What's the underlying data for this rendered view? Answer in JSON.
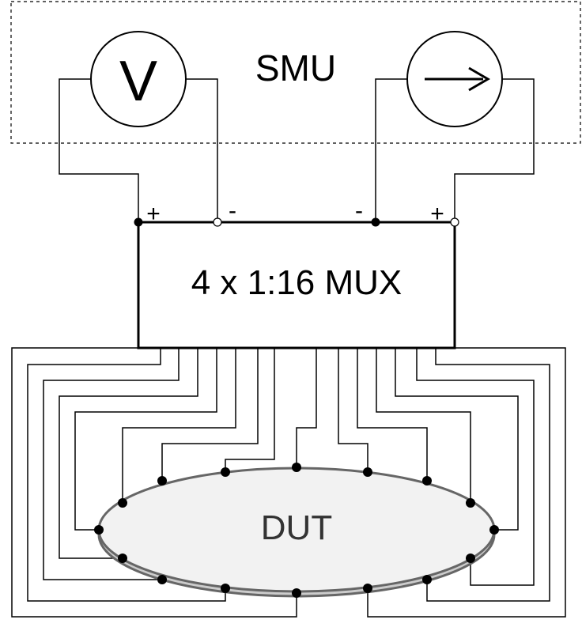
{
  "smu": {
    "label": "SMU"
  },
  "voltmeter": {
    "symbol": "V"
  },
  "current_source": {
    "symbol": "→"
  },
  "terminals": {
    "v_plus": "+",
    "v_minus": "-",
    "i_minus": "-",
    "i_plus": "+"
  },
  "mux": {
    "label": "4 x 1:16 MUX"
  },
  "dut": {
    "label": "DUT",
    "contact_count": 16
  },
  "colors": {
    "line": "#000000",
    "dut_fill": "#f2f2f2",
    "dut_shadow": "#cccccc",
    "dut_stroke": "#666666",
    "dut_text": "#333333"
  }
}
